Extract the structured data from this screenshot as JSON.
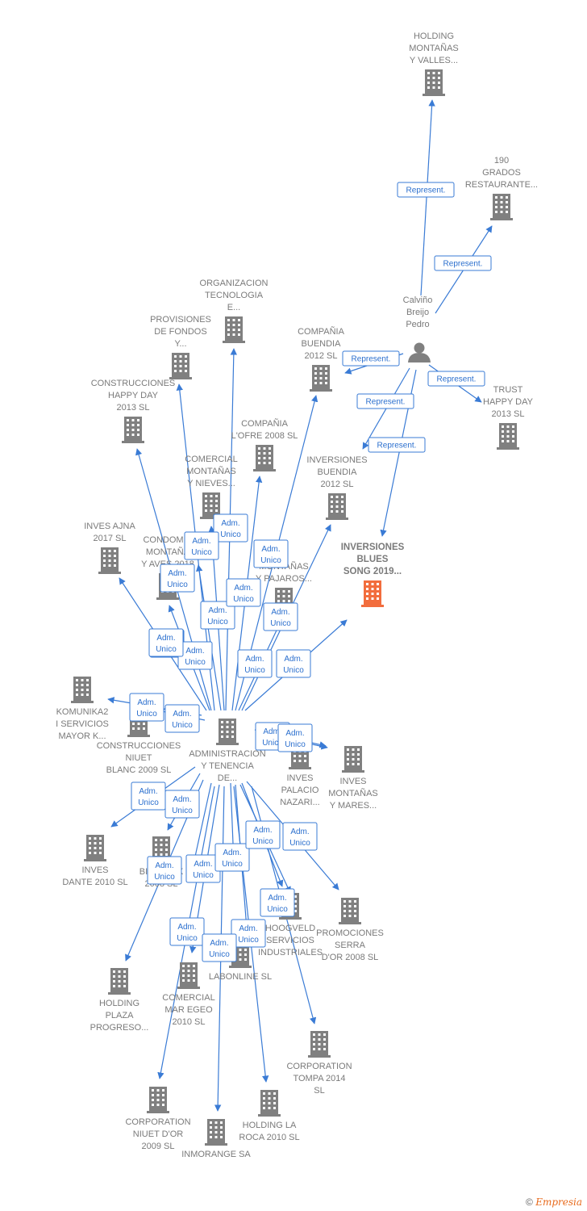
{
  "colors": {
    "company": "#808080",
    "highlight": "#f26d3d",
    "edge": "#3a7bd5",
    "edge_label": "#2b6fce"
  },
  "person": {
    "label_lines": [
      "Calviño",
      "Breijo",
      "Pedro"
    ],
    "icon": "person-icon"
  },
  "companies": [
    {
      "id": "holding_montanas",
      "label_lines": [
        "HOLDING",
        "MONTAÑAS",
        "Y VALLES..."
      ]
    },
    {
      "id": "grados190",
      "label_lines": [
        "190",
        "GRADOS",
        "RESTAURANTE..."
      ]
    },
    {
      "id": "trust_happy",
      "label_lines": [
        "TRUST",
        "HAPPY DAY",
        "2013  SL"
      ]
    },
    {
      "id": "compania_buendia",
      "label_lines": [
        "COMPAÑIA",
        "BUENDIA",
        "2012 SL"
      ]
    },
    {
      "id": "inversiones_buendia",
      "label_lines": [
        "INVERSIONES",
        "BUENDIA",
        "2012 SL"
      ]
    },
    {
      "id": "inversiones_blues",
      "label_lines": [
        "INVERSIONES",
        "BLUES",
        "SONG 2019..."
      ],
      "highlight": true
    },
    {
      "id": "organizacion",
      "label_lines": [
        "ORGANIZACION",
        "TECNOLOGIA",
        "E..."
      ]
    },
    {
      "id": "provisiones",
      "label_lines": [
        "PROVISIONES",
        "DE FONDOS",
        "Y..."
      ]
    },
    {
      "id": "construcciones_happy",
      "label_lines": [
        "CONSTRUCCIONES",
        "HAPPY DAY",
        "2013  SL"
      ]
    },
    {
      "id": "compania_lofre",
      "label_lines": [
        "COMPAÑIA",
        "L'OFRE 2008 SL"
      ]
    },
    {
      "id": "comercial_nieves",
      "label_lines": [
        "COMERCIAL",
        "MONTAÑAS",
        "Y NIEVES..."
      ]
    },
    {
      "id": "inves_ajna",
      "label_lines": [
        "INVES AJNA",
        "2017  SL"
      ]
    },
    {
      "id": "condominio",
      "label_lines": [
        "CONDOMIN",
        "MONTAÑA",
        "Y AVES 2018"
      ]
    },
    {
      "id": "pajaros",
      "label_lines": [
        "O",
        "MONTAÑAS",
        "Y PAJAROS..."
      ]
    },
    {
      "id": "komunika",
      "label_lines": [
        "KOMUNIKA2",
        "I SERVICIOS",
        "MAYOR K..."
      ]
    },
    {
      "id": "construcciones_niuet",
      "label_lines": [
        "CONSTRUCCIONES",
        "NIUET",
        "BLANC 2009 SL"
      ]
    },
    {
      "id": "admin",
      "label_lines": [
        "ADMINISTRACION",
        "Y TENENCIA",
        "DE..."
      ]
    },
    {
      "id": "inves_palacio",
      "label_lines": [
        "INVES",
        "PALACIO",
        "NAZARI..."
      ]
    },
    {
      "id": "inves_mares",
      "label_lines": [
        "INVES",
        "MONTAÑAS",
        "Y MARES..."
      ]
    },
    {
      "id": "inves_dante",
      "label_lines": [
        "INVES",
        "DANTE 2010 SL"
      ]
    },
    {
      "id": "biniaraix",
      "label_lines": [
        "BINIARAIX",
        "2008 SL"
      ]
    },
    {
      "id": "hoogveld",
      "label_lines": [
        "HOOGVELD",
        "SERVICIOS",
        "INDUSTRIALES"
      ]
    },
    {
      "id": "promociones_serra",
      "label_lines": [
        "PROMOCIONES",
        "SERRA",
        "D'OR 2008 SL"
      ]
    },
    {
      "id": "labonline",
      "label_lines": [
        "LABONLINE SL"
      ]
    },
    {
      "id": "holding_plaza",
      "label_lines": [
        "HOLDING",
        "PLAZA",
        "PROGRESO..."
      ]
    },
    {
      "id": "comercial_egeo",
      "label_lines": [
        "COMERCIAL",
        "MAR EGEO",
        "2010 SL"
      ]
    },
    {
      "id": "corporation_tompa",
      "label_lines": [
        "CORPORATION",
        "TOMPA 2014",
        "SL"
      ]
    },
    {
      "id": "corporation_niuet",
      "label_lines": [
        "CORPORATION",
        "NIUET D'OR",
        "2009 SL"
      ]
    },
    {
      "id": "holding_laroca",
      "label_lines": [
        "HOLDING LA",
        "ROCA 2010 SL"
      ]
    },
    {
      "id": "inmorange",
      "label_lines": [
        "INMORANGE SA"
      ]
    }
  ],
  "edge_labels": {
    "represent": "Represent.",
    "adm_line1": "Adm.",
    "adm_line2": "Unico"
  },
  "footer": {
    "copyright": "©",
    "brand": "Empresia"
  }
}
